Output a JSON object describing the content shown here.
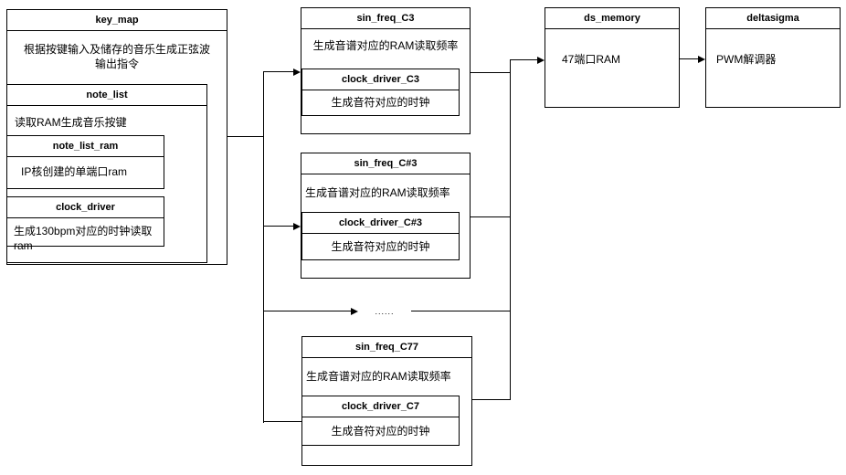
{
  "diagram": {
    "boxes": {
      "key_map": {
        "title": "key_map",
        "body": "根据按键输入及储存的音乐生成正弦波输出指令"
      },
      "note_list": {
        "title": "note_list",
        "body": "读取RAM生成音乐按键"
      },
      "note_list_ram": {
        "title": "note_list_ram",
        "body": "IP核创建的单端口ram"
      },
      "clock_driver": {
        "title": "clock_driver",
        "body": "生成130bpm对应的时钟读取ram"
      },
      "sin_freq_C3": {
        "title": "sin_freq_C3",
        "body": "生成音谱对应的RAM读取频率"
      },
      "clock_driver_C3": {
        "title": "clock_driver_C3",
        "body": "生成音符对应的时钟"
      },
      "sin_freq_Cs3": {
        "title": "sin_freq_C#3",
        "body": "生成音谱对应的RAM读取频率"
      },
      "clock_driver_Cs3": {
        "title": "clock_driver_C#3",
        "body": "生成音符对应的时钟"
      },
      "sin_freq_C77": {
        "title": "sin_freq_C77",
        "body": "生成音谱对应的RAM读取频率"
      },
      "clock_driver_C7": {
        "title": "clock_driver_C7",
        "body": "生成音符对应的时钟"
      },
      "ds_memory": {
        "title": "ds_memory",
        "body": "47端口RAM"
      },
      "deltasigma": {
        "title": "deltasigma",
        "body": "PWM解调器"
      }
    },
    "connectors": {
      "ellipsis_label": "......"
    },
    "colors": {
      "line": "#000000",
      "background": "#ffffff",
      "box_fill": "#ffffff",
      "text": "#000000"
    }
  }
}
